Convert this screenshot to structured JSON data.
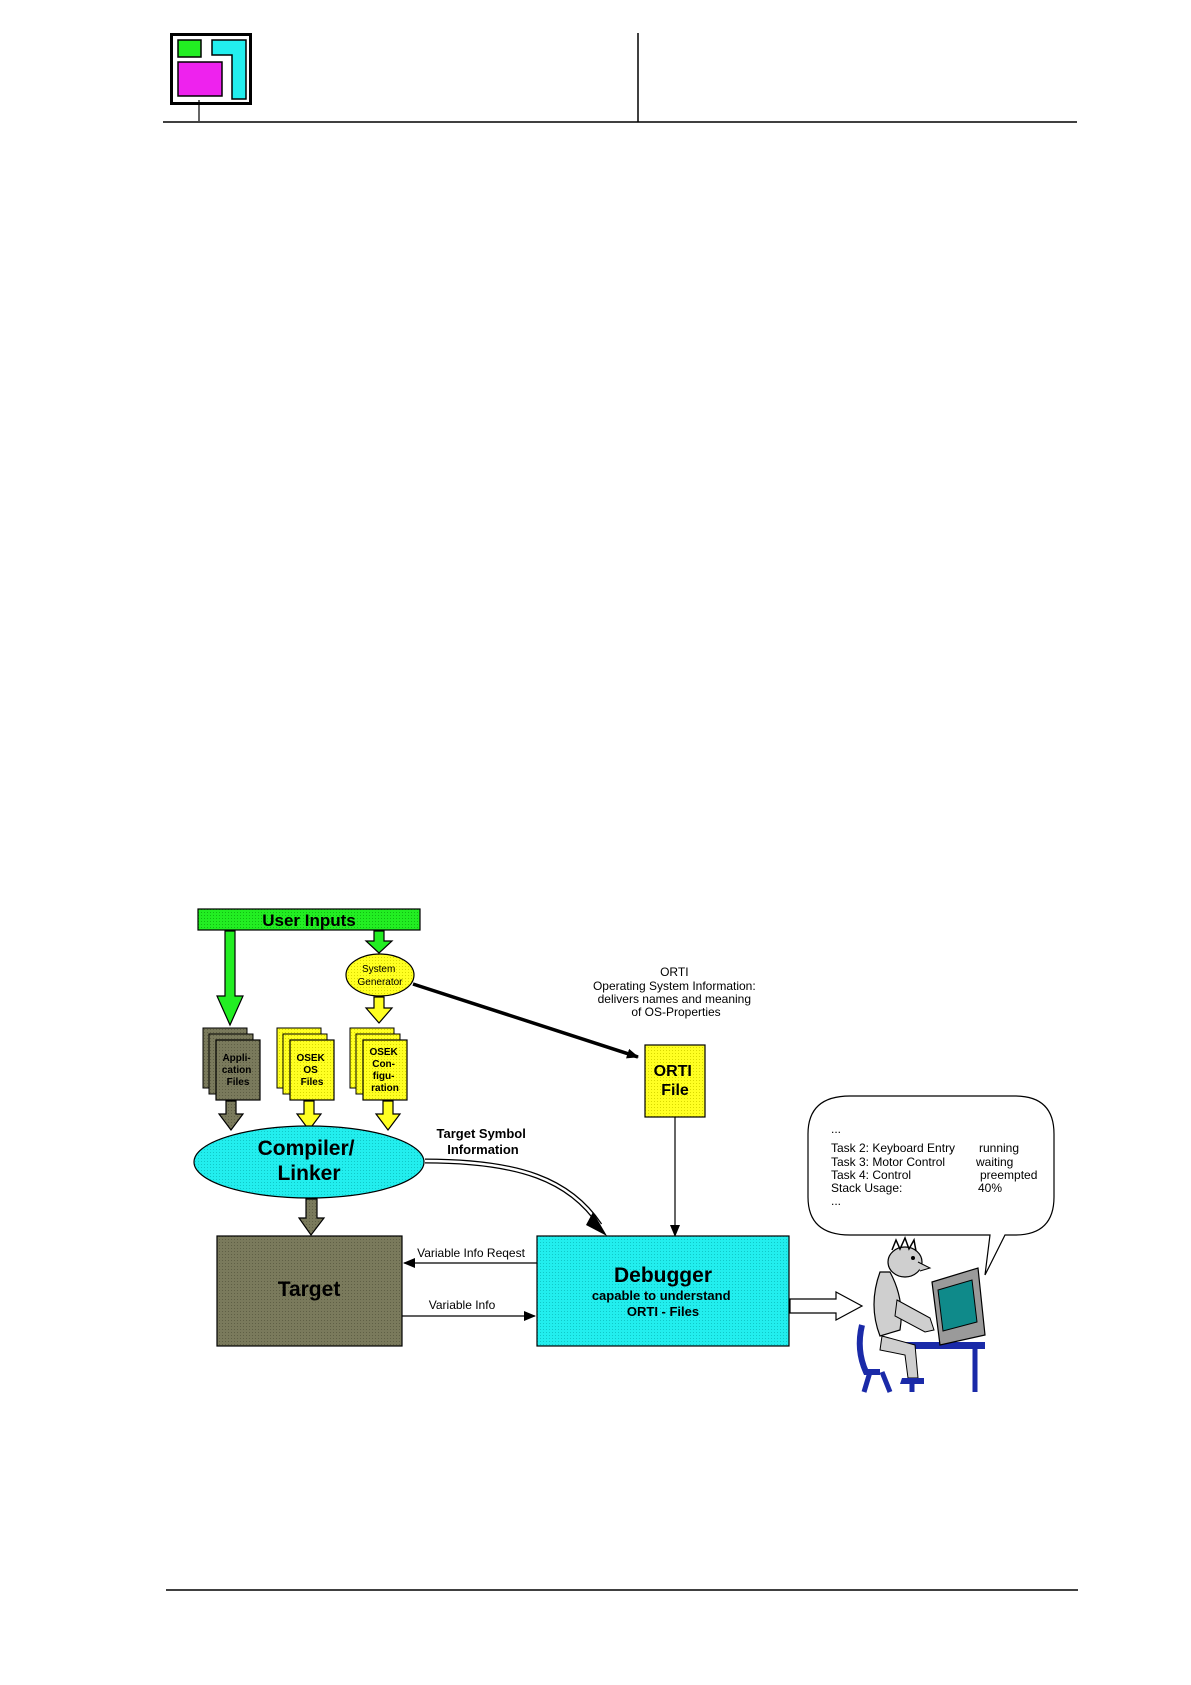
{
  "header": {
    "logo_icon": "osek-logo-icon"
  },
  "diagram": {
    "user_inputs": "User Inputs",
    "system_generator": [
      "System",
      "Generator"
    ],
    "application_files": [
      "Appli-",
      "cation",
      "Files"
    ],
    "osek_os_files": [
      "OSEK",
      "OS",
      "Files"
    ],
    "osek_configuration": [
      "OSEK",
      "Con-",
      "figu-",
      "ration"
    ],
    "orti_description": [
      "ORTI",
      "Operating System Information:",
      "delivers names and meaning",
      "of OS-Properties"
    ],
    "orti_file": [
      "ORTI",
      "File"
    ],
    "compiler_linker": [
      "Compiler/",
      "Linker"
    ],
    "target_symbol_info": [
      "Target Symbol",
      "Information"
    ],
    "target": "Target",
    "variable_info_request": "Variable Info Reqest",
    "variable_info": "Variable Info",
    "debugger_title": "Debugger",
    "debugger_sub": [
      "capable to understand",
      "ORTI - Files"
    ],
    "bubble": {
      "top_ellipsis": "...",
      "rows": [
        {
          "label": "Task 2: Keyboard Entry",
          "value": "running"
        },
        {
          "label": "Task 3: Motor Control",
          "value": "waiting"
        },
        {
          "label": "Task 4: Control",
          "value": "preempted"
        },
        {
          "label": "Stack Usage:",
          "value": "40%"
        }
      ],
      "bottom_ellipsis": "..."
    },
    "user_icon": "person-at-computer-icon",
    "colors": {
      "green": "#22ee22",
      "yellow": "#ffff22",
      "olive": "#7a7a5c",
      "cyan": "#22eeee",
      "magenta": "#ee22ee"
    }
  }
}
